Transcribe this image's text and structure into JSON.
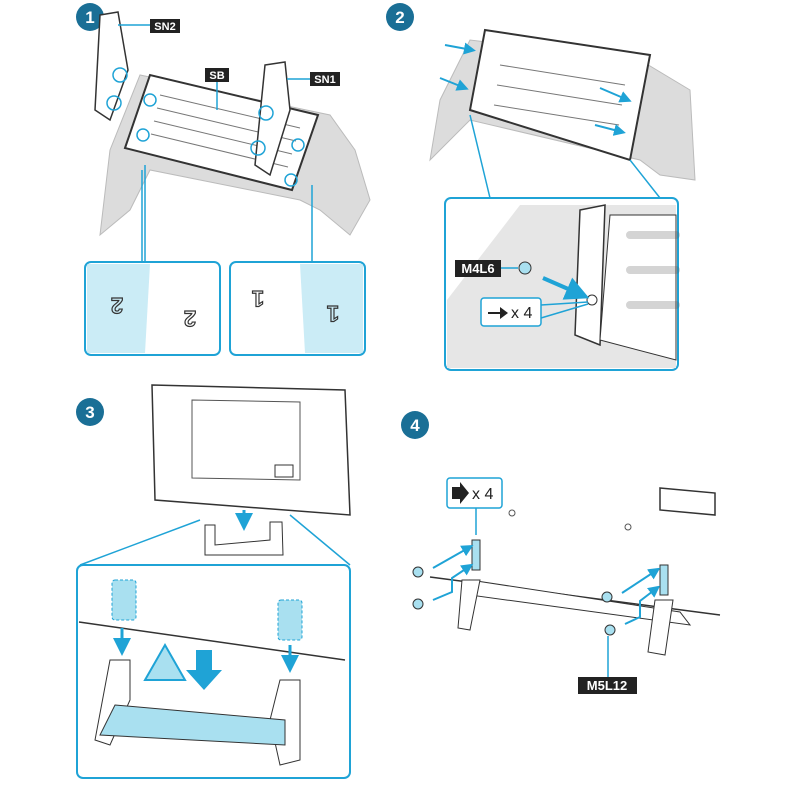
{
  "colors": {
    "accent": "#1fa3d6",
    "accent_fill": "#a9e0f0",
    "badge": "#1a6f96",
    "cloth": "#d9d9d9",
    "label_bg": "#222222"
  },
  "steps": [
    {
      "number": "1",
      "labels": {
        "stand_left": "SN2",
        "base": "SB",
        "stand_right": "SN1"
      },
      "inset_marks": [
        "2",
        "1"
      ]
    },
    {
      "number": "2",
      "screw_label": "M4L6",
      "count": "x 4"
    },
    {
      "number": "3"
    },
    {
      "number": "4",
      "count": "x 4",
      "screw_label": "M5L12"
    }
  ]
}
